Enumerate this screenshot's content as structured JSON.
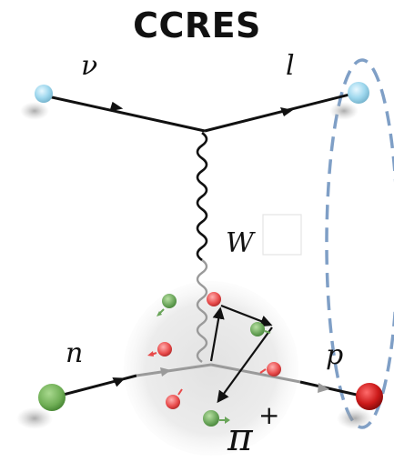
{
  "title": "CCRES",
  "particles": {
    "neutrino": "ν",
    "lepton": "l",
    "w_boson": "W",
    "neutron": "n",
    "proton": "p",
    "pion": "π",
    "pion_charge": "+"
  },
  "colors": {
    "lepton_ball": "#9fd8ee",
    "neutron_ball": "#6fae55",
    "proton_ball": "#cc1a1a",
    "nucleon_red": "#e84a4a",
    "nucleon_green": "#6aa55a",
    "dashed_ellipse": "#7f9fc6",
    "nucleus_cloud": "#e6e6e6"
  },
  "icons": {
    "neutrino_in": "light-blue-ball",
    "lepton_out": "light-blue-ball",
    "neutron_in": "green-ball",
    "proton_out": "red-ball"
  }
}
